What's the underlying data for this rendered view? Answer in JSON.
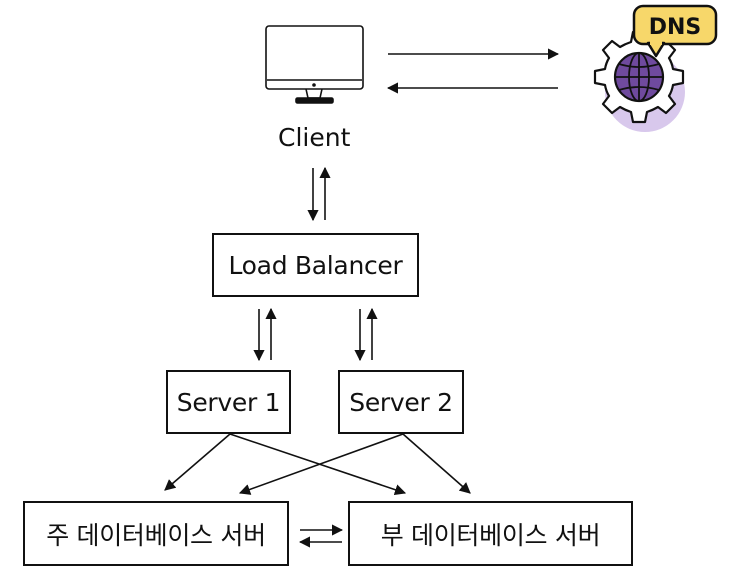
{
  "nodes": {
    "client": {
      "label": "Client"
    },
    "dns": {
      "badge": "DNS",
      "icon": "dns-globe-gear-icon"
    },
    "load_balancer": {
      "label": "Load Balancer"
    },
    "server1": {
      "label": "Server 1"
    },
    "server2": {
      "label": "Server 2"
    },
    "primary_db": {
      "label": "주 데이터베이스 서버"
    },
    "replica_db": {
      "label": "부 데이터베이스 서버"
    }
  },
  "colors": {
    "stroke": "#111111",
    "dns_purple": "#6f4a9e",
    "dns_light": "#d8c8ec",
    "dns_badge": "#f7d76a"
  }
}
